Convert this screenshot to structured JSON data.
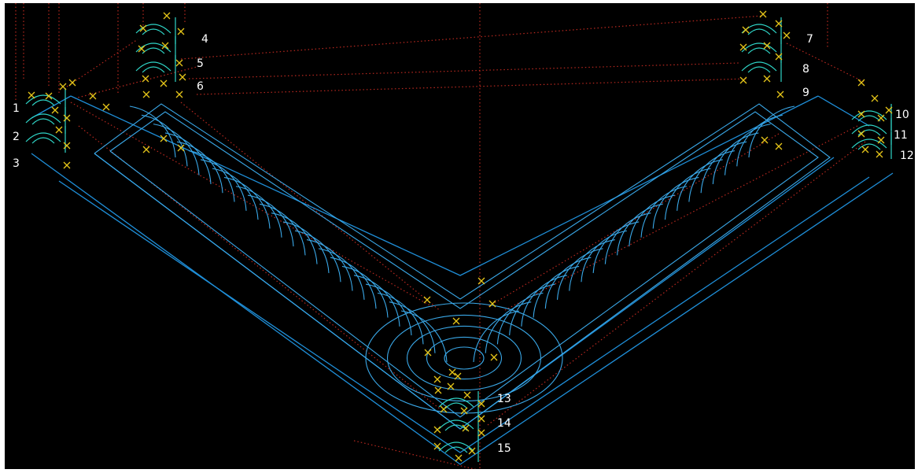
{
  "viewport": {
    "background": "#000000"
  },
  "colors": {
    "outline": "#1f8fd9",
    "toolpath": "#3aa8e8",
    "leadin": "#2fd6c8",
    "rapid": "#b8281f",
    "marker": "#e6c619",
    "label": "#ffffff"
  },
  "markers": {
    "icon": "x-marker-icon"
  },
  "step_labels": [
    "1",
    "2",
    "3",
    "4",
    "5",
    "6",
    "7",
    "8",
    "9",
    "10",
    "11",
    "12",
    "13",
    "14",
    "15"
  ]
}
